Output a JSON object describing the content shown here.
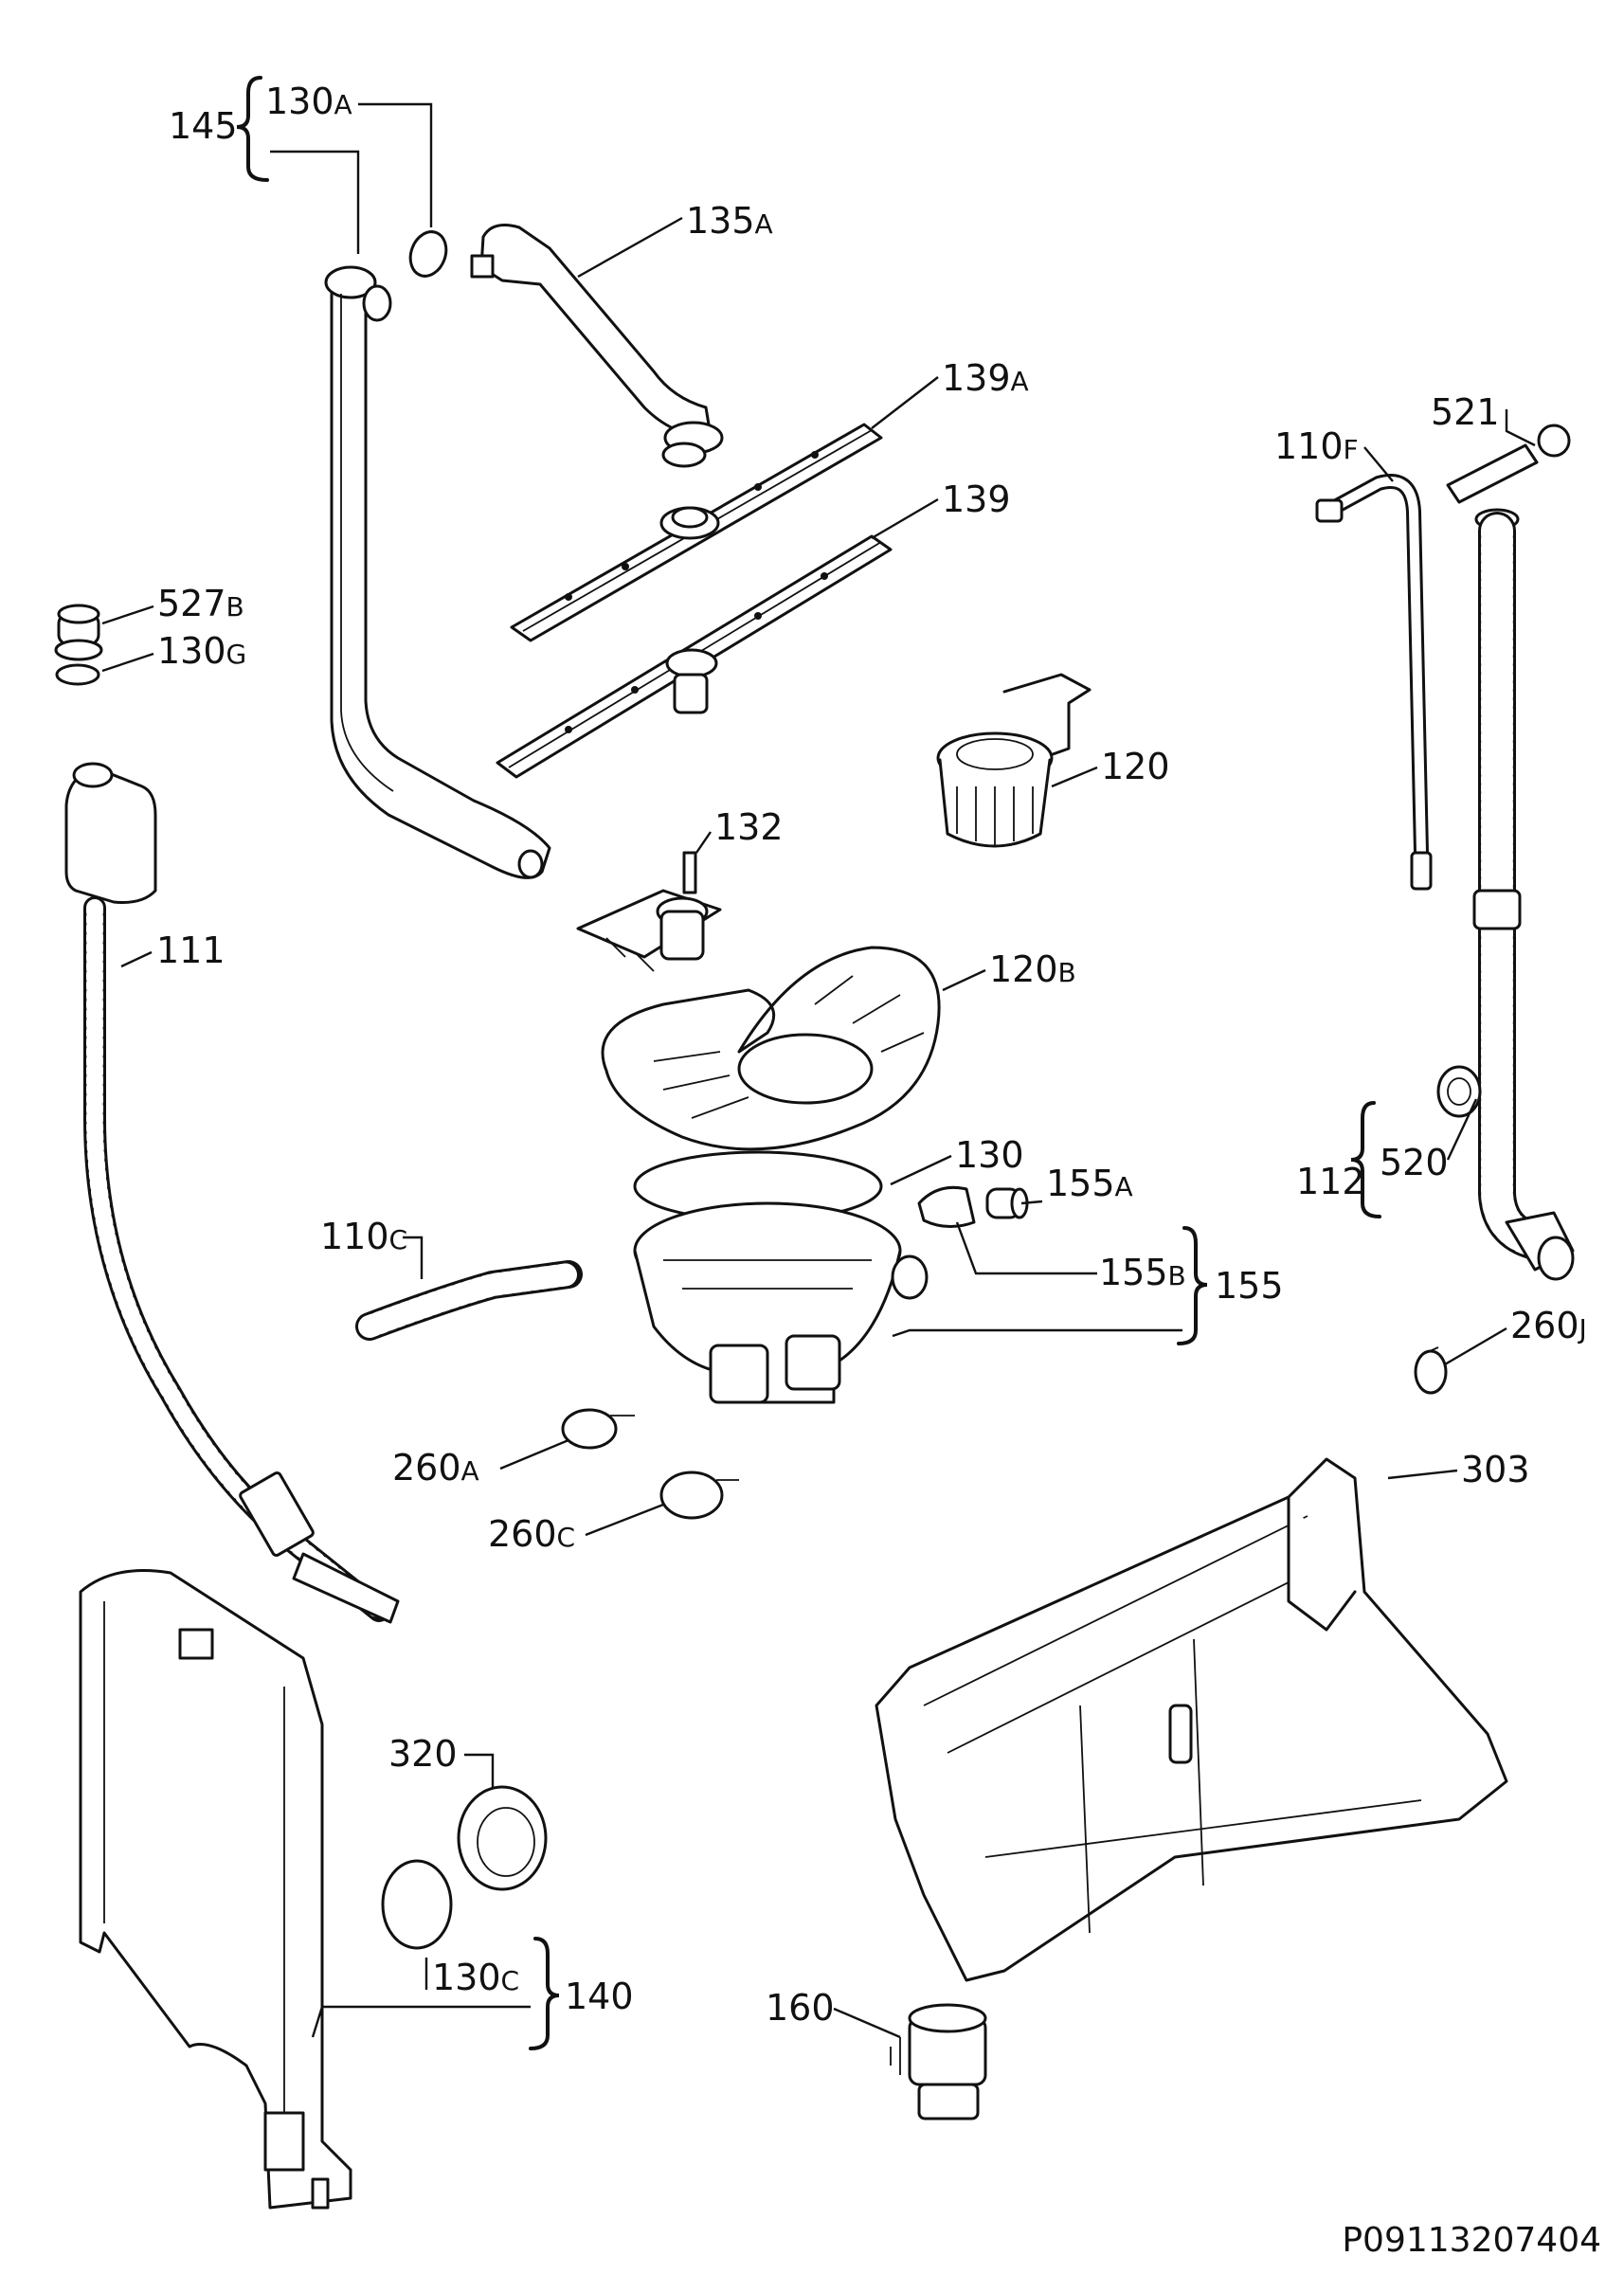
{
  "diagram": {
    "labels": [
      {
        "id": "145",
        "main": "145",
        "sub": ""
      },
      {
        "id": "130A",
        "main": "130",
        "sub": "A"
      },
      {
        "id": "135A",
        "main": "135",
        "sub": "A"
      },
      {
        "id": "139A",
        "main": "139",
        "sub": "A"
      },
      {
        "id": "139",
        "main": "139",
        "sub": ""
      },
      {
        "id": "110F",
        "main": "110",
        "sub": "F"
      },
      {
        "id": "521",
        "main": "521",
        "sub": ""
      },
      {
        "id": "527B",
        "main": "527",
        "sub": "B"
      },
      {
        "id": "130G",
        "main": "130",
        "sub": "G"
      },
      {
        "id": "120",
        "main": "120",
        "sub": ""
      },
      {
        "id": "132",
        "main": "132",
        "sub": ""
      },
      {
        "id": "111",
        "main": "111",
        "sub": ""
      },
      {
        "id": "120B",
        "main": "120",
        "sub": "B"
      },
      {
        "id": "130",
        "main": "130",
        "sub": ""
      },
      {
        "id": "155A",
        "main": "155",
        "sub": "A"
      },
      {
        "id": "520",
        "main": "520",
        "sub": ""
      },
      {
        "id": "112",
        "main": "112",
        "sub": ""
      },
      {
        "id": "110C",
        "main": "110",
        "sub": "C"
      },
      {
        "id": "155B",
        "main": "155",
        "sub": "B"
      },
      {
        "id": "155",
        "main": "155",
        "sub": ""
      },
      {
        "id": "260J",
        "main": "260",
        "sub": "J"
      },
      {
        "id": "260A",
        "main": "260",
        "sub": "A"
      },
      {
        "id": "303",
        "main": "303",
        "sub": ""
      },
      {
        "id": "260C",
        "main": "260",
        "sub": "C"
      },
      {
        "id": "320",
        "main": "320",
        "sub": ""
      },
      {
        "id": "130C",
        "main": "130",
        "sub": "C"
      },
      {
        "id": "140",
        "main": "140",
        "sub": ""
      },
      {
        "id": "160",
        "main": "160",
        "sub": ""
      }
    ],
    "reference_code": "P09113207404"
  }
}
